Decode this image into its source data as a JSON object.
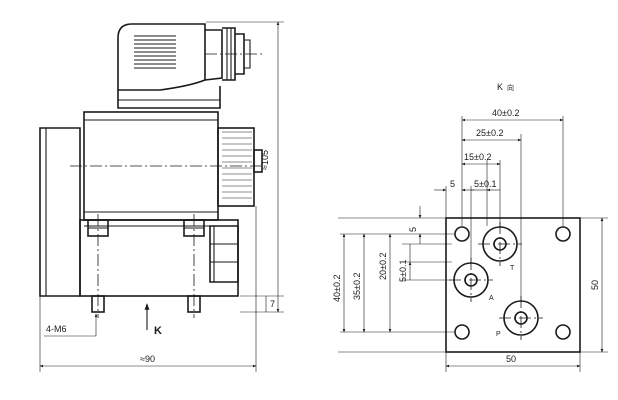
{
  "side_view": {
    "height_dim": "≈105",
    "width_dim": "≈90",
    "base_dim": "7",
    "thread": "4-M6",
    "view_arrow": "K"
  },
  "k_view": {
    "title": "K",
    "title_suffix": "向",
    "dims": {
      "w40": "40±0.2",
      "w25": "25±0.2",
      "w15": "15±0.2",
      "d5a": "5",
      "d5b": "5±0.1",
      "v5": "5",
      "v20": "20±0.2",
      "v5b": "5±0.1",
      "v35": "35±0.2",
      "v40": "40±0.2",
      "h50": "50",
      "w50": "50"
    },
    "ports": {
      "t": "T",
      "a": "A",
      "p": "P"
    }
  }
}
